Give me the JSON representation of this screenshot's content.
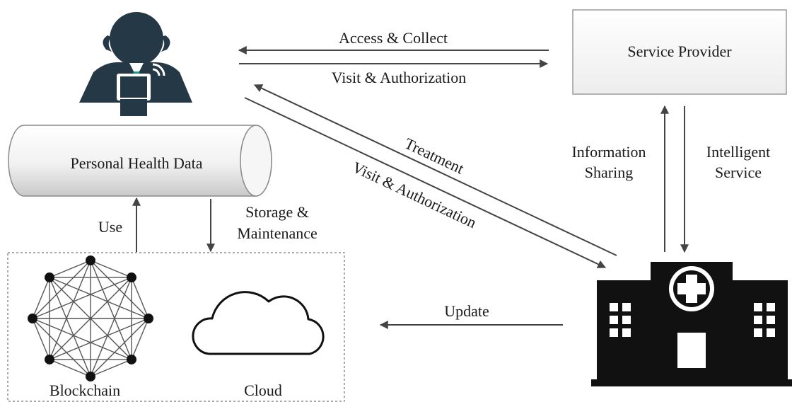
{
  "nodes": {
    "user": {
      "icon": "person-with-phone-icon"
    },
    "service_provider": {
      "label": "Service Provider"
    },
    "personal_health_data": {
      "label": "Personal Health Data"
    },
    "blockchain": {
      "label": "Blockchain",
      "icon": "blockchain-network-icon"
    },
    "cloud": {
      "label": "Cloud",
      "icon": "cloud-icon"
    },
    "hospital": {
      "icon": "hospital-icon"
    }
  },
  "edges": {
    "access_collect": "Access & Collect",
    "visit_authorization_top": "Visit & Authorization",
    "treatment": "Treatment",
    "visit_authorization_diag": "Visit & Authorization",
    "information_sharing": [
      "Information",
      "Sharing"
    ],
    "intelligent_service": [
      "Intelligent",
      "Service"
    ],
    "use": "Use",
    "storage_maintenance": [
      "Storage &",
      "Maintenance"
    ],
    "update": "Update"
  },
  "colors": {
    "ink": "#1a1a1a",
    "arrow": "#444444",
    "box_border": "#9a9a9a"
  }
}
